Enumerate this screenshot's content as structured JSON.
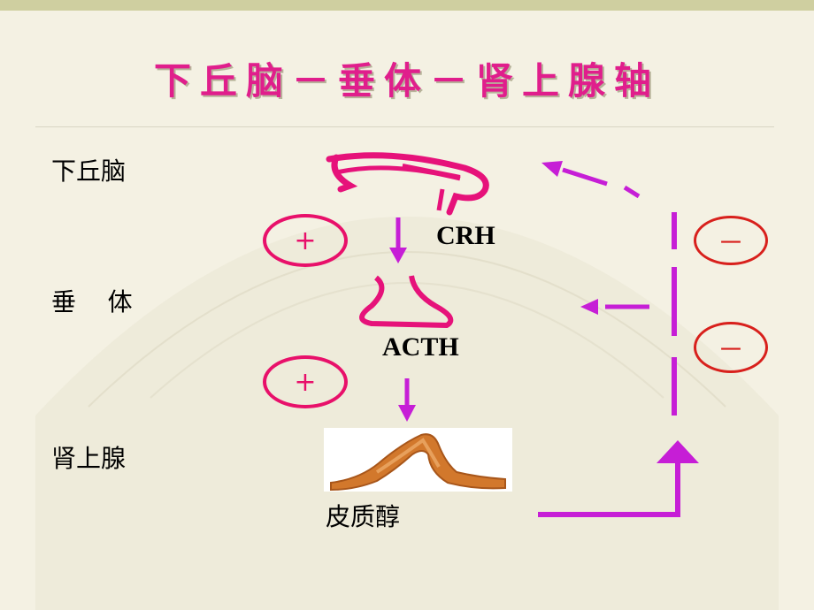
{
  "title": "下丘脑－垂体－肾上腺轴",
  "levels": {
    "hypothalamus": "下丘脑",
    "pituitary": "垂    体",
    "adrenal": "肾上腺"
  },
  "hormones": {
    "crh": "CRH",
    "acth": "ACTH",
    "cortisol": "皮质醇"
  },
  "signs": {
    "stimulate_1": "+",
    "stimulate_2": "+",
    "inhibit_1": "－",
    "inhibit_2": "－"
  },
  "colors": {
    "title": "#e01e8c",
    "magenta_arrow": "#c61ed6",
    "stimulate": "#e8106a",
    "inhibit": "#d8201c",
    "organ": "#e6127a",
    "adrenal": "#d2782c"
  }
}
